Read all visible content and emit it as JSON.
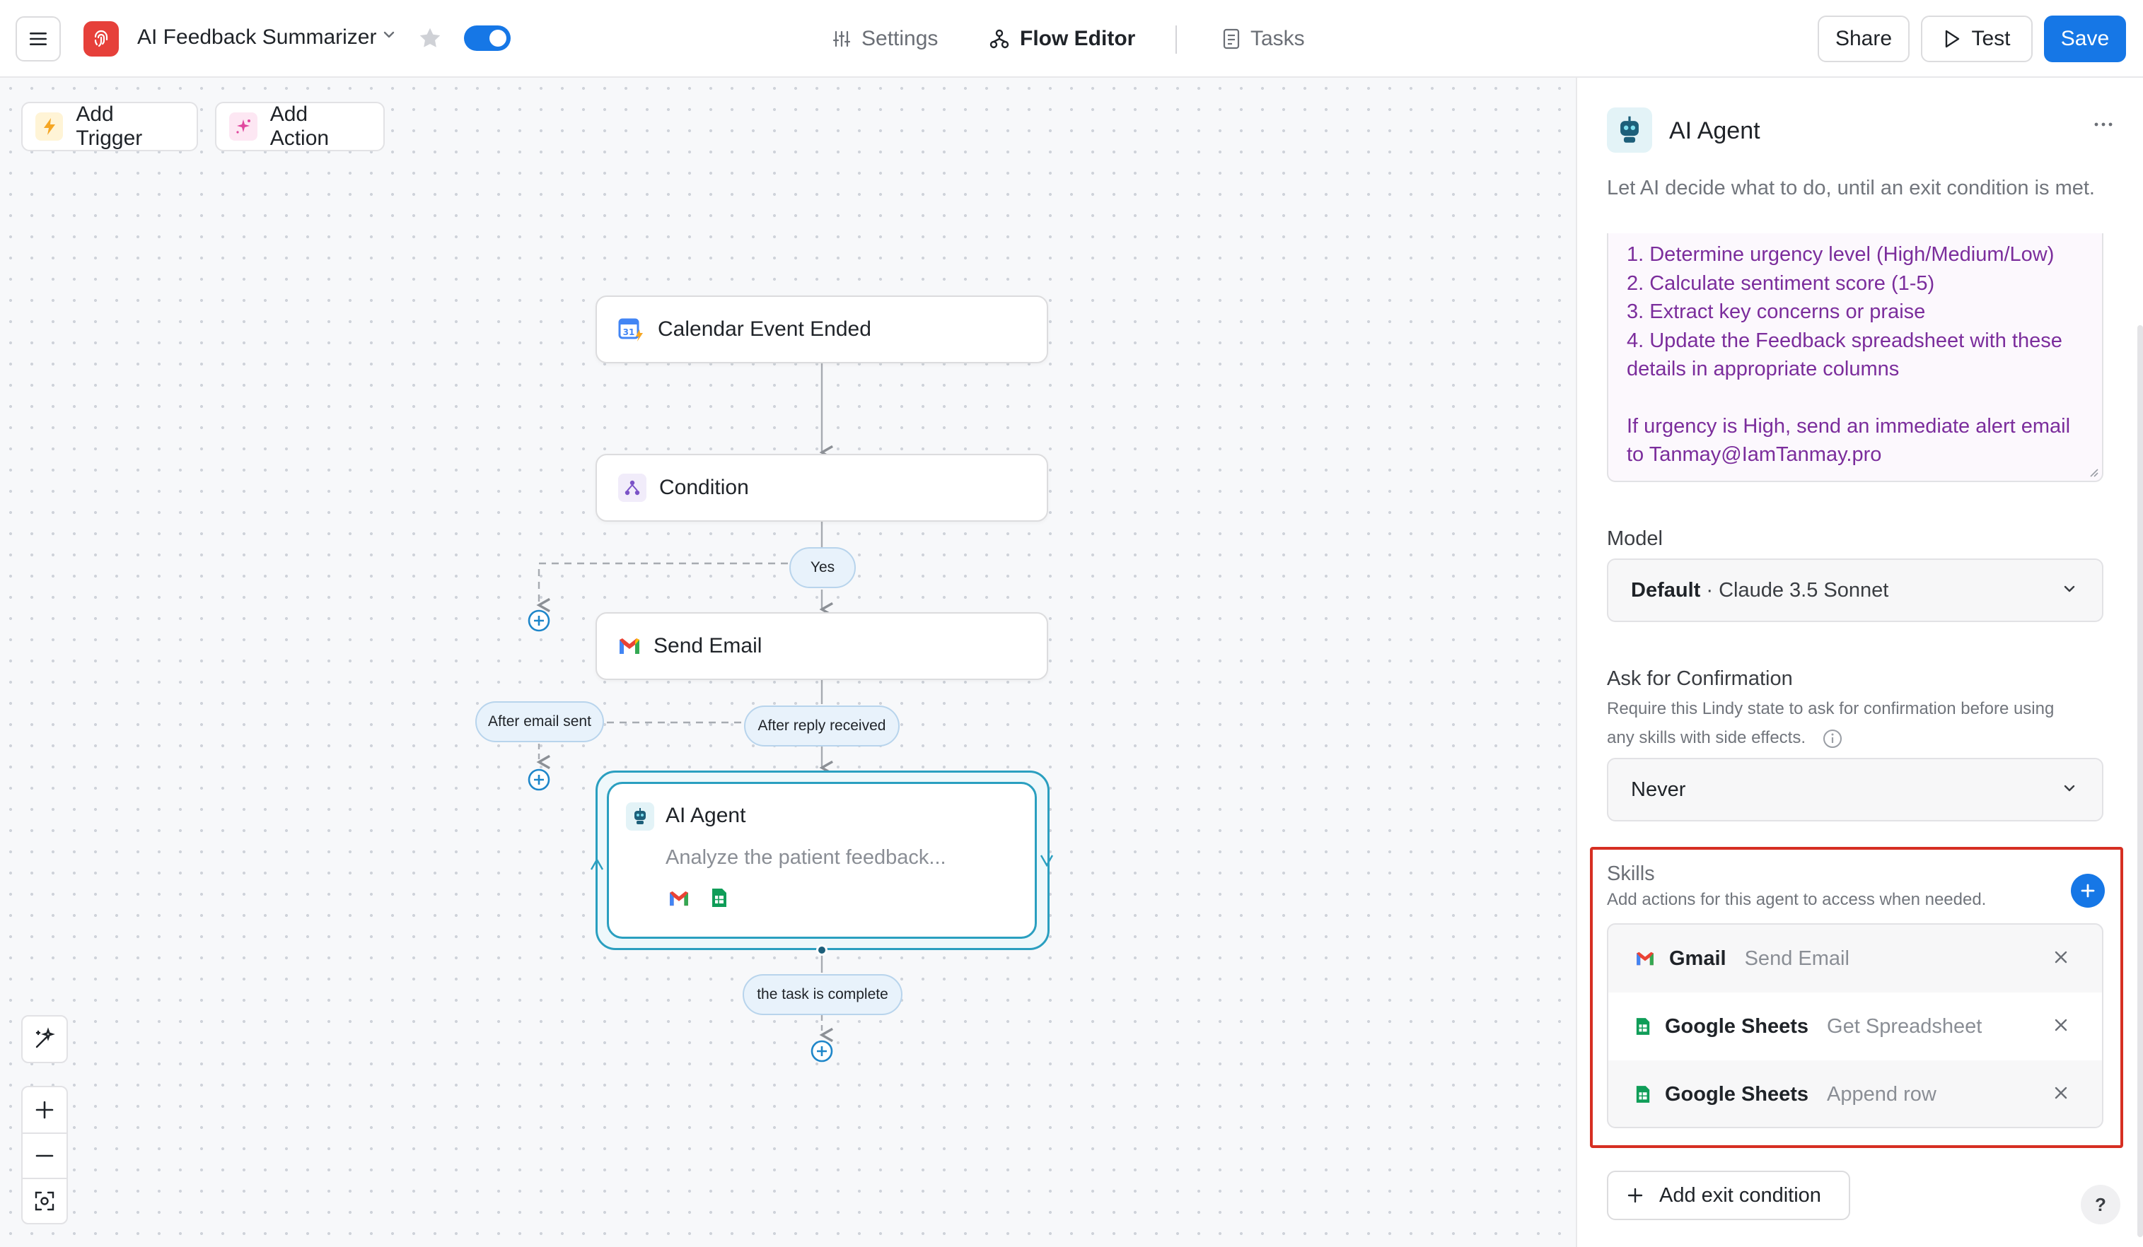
{
  "header": {
    "app_title": "AI Feedback Summarizer",
    "nav": {
      "settings": "Settings",
      "flow_editor": "Flow Editor",
      "tasks": "Tasks"
    },
    "buttons": {
      "share": "Share",
      "test": "Test",
      "save": "Save"
    },
    "toggle_on": true,
    "accent_color": "#1677e6",
    "brand_color": "#e6403a"
  },
  "canvas": {
    "add_trigger": "Add Trigger",
    "add_action": "Add Action",
    "nodes": {
      "trigger": "Calendar Event Ended",
      "condition": "Condition",
      "send_email": "Send Email",
      "agent_title": "AI Agent",
      "agent_subtitle": "Analyze the patient feedback..."
    },
    "edge_labels": {
      "yes": "Yes",
      "after_email_sent": "After email sent",
      "after_reply_received": "After reply received",
      "task_complete": "the task is complete"
    },
    "agent_color": "#2a9fc0"
  },
  "panel": {
    "title": "AI Agent",
    "description": "Let AI decide what to do, until an exit condition is met.",
    "prompt_lines": [
      "1. Determine urgency level (High/Medium/Low)",
      "2. Calculate sentiment score (1-5)",
      "3. Extract key concerns or praise",
      "4. Update the Feedback spreadsheet with these",
      "details in appropriate columns",
      "If urgency is High, send an immediate alert email",
      "to Tanmay@IamTanmay.pro"
    ],
    "model": {
      "label": "Model",
      "value_strong": "Default",
      "value_rest": " · Claude 3.5 Sonnet"
    },
    "confirmation": {
      "label": "Ask for Confirmation",
      "help_line1": "Require this Lindy state to ask for confirmation before using",
      "help_line2": "any skills with side effects.",
      "value": "Never"
    },
    "skills": {
      "label": "Skills",
      "help": "Add actions for this agent to access when needed.",
      "items": [
        {
          "app": "Gmail",
          "action": "Send Email",
          "icon": "gmail-icon"
        },
        {
          "app": "Google Sheets",
          "action": "Get Spreadsheet",
          "icon": "google-sheets-icon"
        },
        {
          "app": "Google Sheets",
          "action": "Append row",
          "icon": "google-sheets-icon"
        }
      ],
      "highlight_color": "#d62f22"
    },
    "add_exit_condition": "Add exit condition",
    "help": "?"
  }
}
